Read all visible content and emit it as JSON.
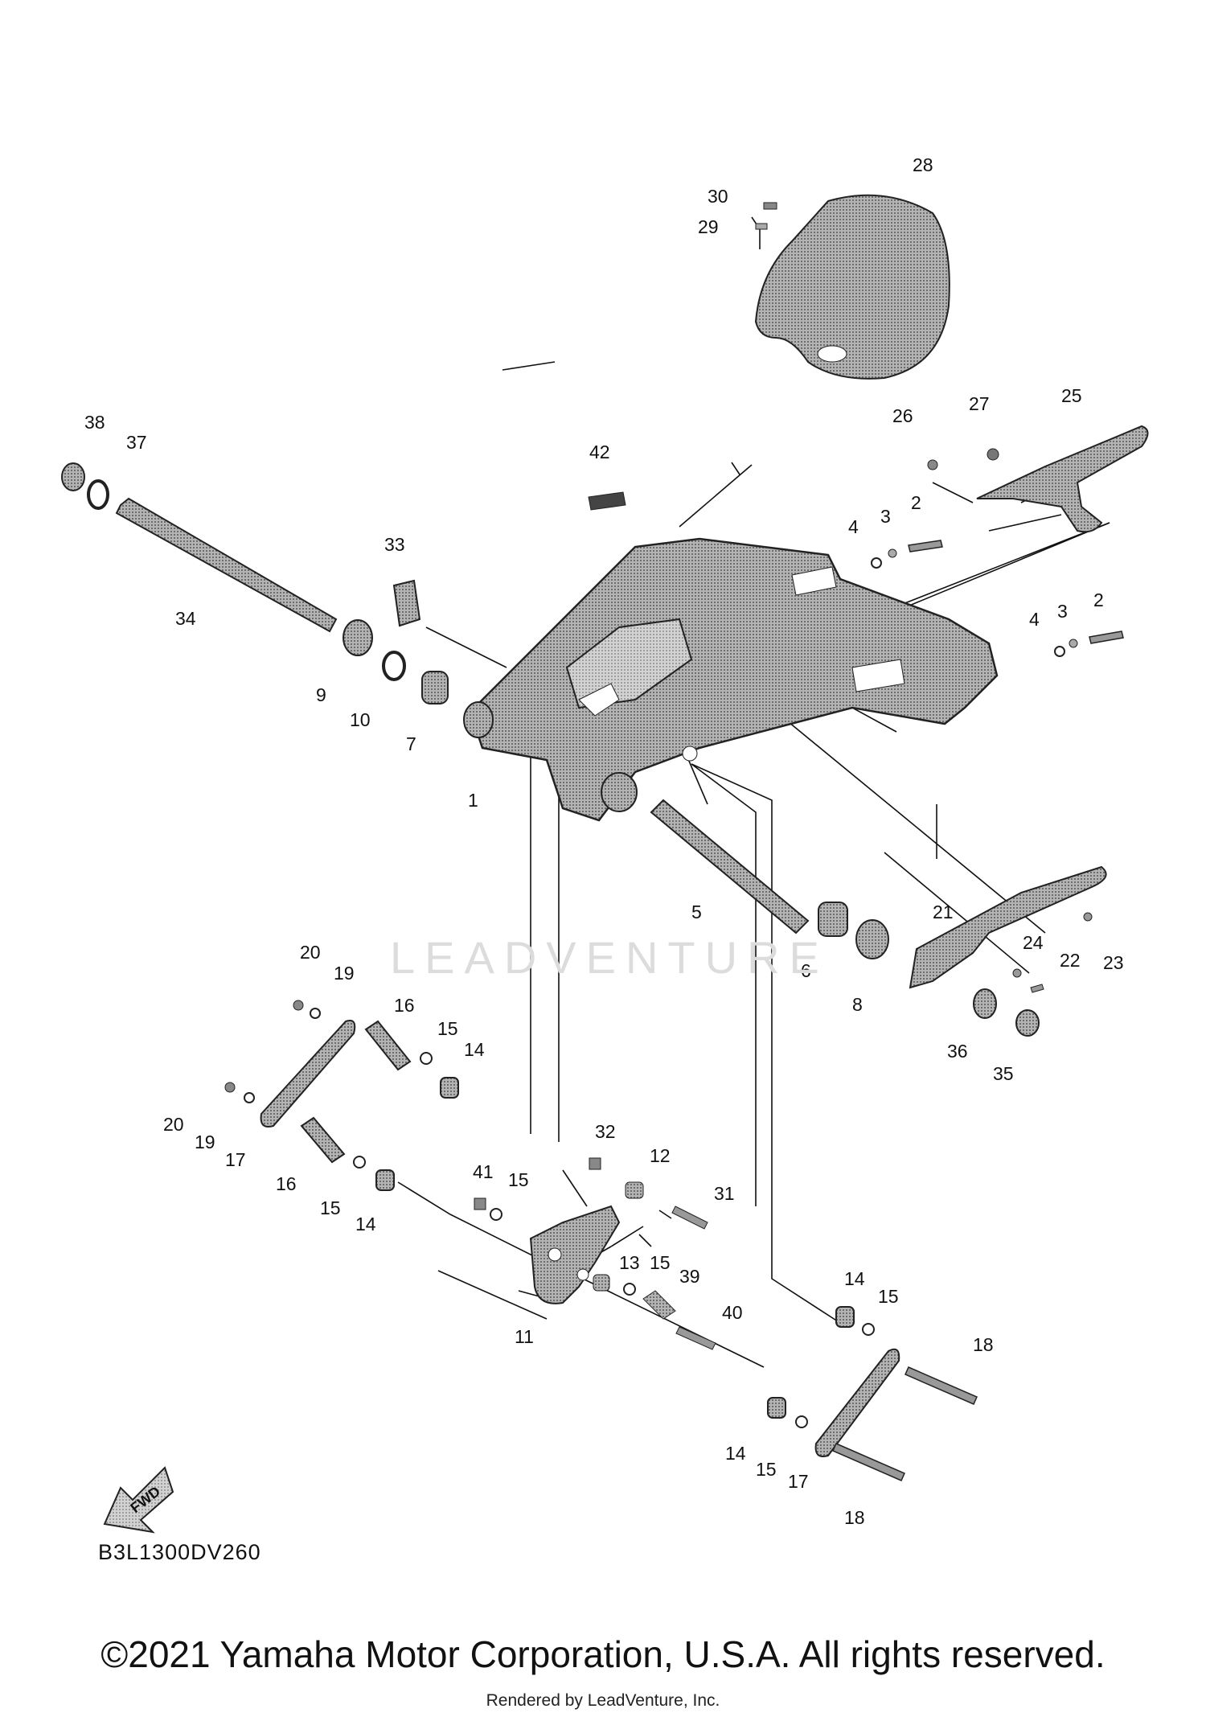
{
  "diagram_code": "B3L1300DV260",
  "fwd_label": "FWD",
  "watermark": "LEADVENTURE",
  "copyright": "©2021 Yamaha Motor Corporation, U.S.A. All rights reserved.",
  "rendered_by": "Rendered by LeadVenture, Inc.",
  "callouts": {
    "c1": "1",
    "c2a": "2",
    "c2b": "2",
    "c3a": "3",
    "c3b": "3",
    "c4a": "4",
    "c4b": "4",
    "c5": "5",
    "c6": "6",
    "c7": "7",
    "c8": "8",
    "c9": "9",
    "c10": "10",
    "c11": "11",
    "c12": "12",
    "c13": "13",
    "c14a": "14",
    "c14b": "14",
    "c14c": "14",
    "c14d": "14",
    "c15a": "15",
    "c15b": "15",
    "c15c": "15",
    "c15d": "15",
    "c15e": "15",
    "c15f": "15",
    "c16a": "16",
    "c16b": "16",
    "c17a": "17",
    "c17b": "17",
    "c18a": "18",
    "c18b": "18",
    "c19a": "19",
    "c19b": "19",
    "c20a": "20",
    "c20b": "20",
    "c21": "21",
    "c22": "22",
    "c23": "23",
    "c24": "24",
    "c25": "25",
    "c26": "26",
    "c27": "27",
    "c28": "28",
    "c29": "29",
    "c30": "30",
    "c31": "31",
    "c32": "32",
    "c33": "33",
    "c34": "34",
    "c35": "35",
    "c36": "36",
    "c37": "37",
    "c38": "38",
    "c39": "39",
    "c40": "40",
    "c41": "41",
    "c42": "42"
  },
  "colors": {
    "line": "#111111",
    "part_fill": "#9a9a9a",
    "part_dark": "#6e6e6e",
    "watermark": "#dcdcdc"
  }
}
